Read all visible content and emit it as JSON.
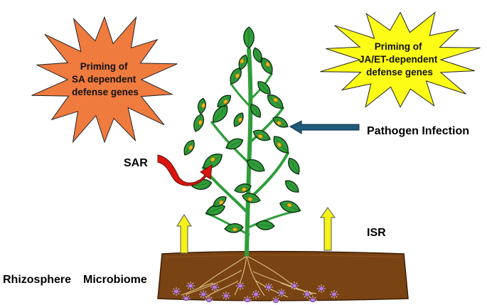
{
  "bursts": {
    "sa": {
      "lines": [
        "Priming of",
        "SA dependent",
        "defense genes"
      ],
      "color": "#ef7b3e"
    },
    "ja": {
      "lines": [
        "Priming of",
        "JA/ET-dependent",
        "defense genes"
      ],
      "color": "#fcfc17"
    }
  },
  "labels": {
    "pathogen": "Pathogen Infection",
    "sar": "SAR",
    "isr": "ISR",
    "rhizosphere": "Rhizosphere",
    "microbiome": "Microbiome"
  },
  "colors": {
    "soil": "#7a4313",
    "leaf": "#2f9d3a",
    "leaf_outline": "#0b2a0e",
    "spot": "#d8c418",
    "pathogen_arrow": "#1f5a7a",
    "sar_arrow": "#d8160f",
    "isr_arrow": "#f4f218",
    "microbe": "#b97bd6"
  },
  "icons": [
    "starburst-orange",
    "starburst-yellow",
    "blue-arrow-left",
    "red-curved-arrow",
    "yellow-arrow-up",
    "plant-illustration",
    "microbe-icon"
  ]
}
